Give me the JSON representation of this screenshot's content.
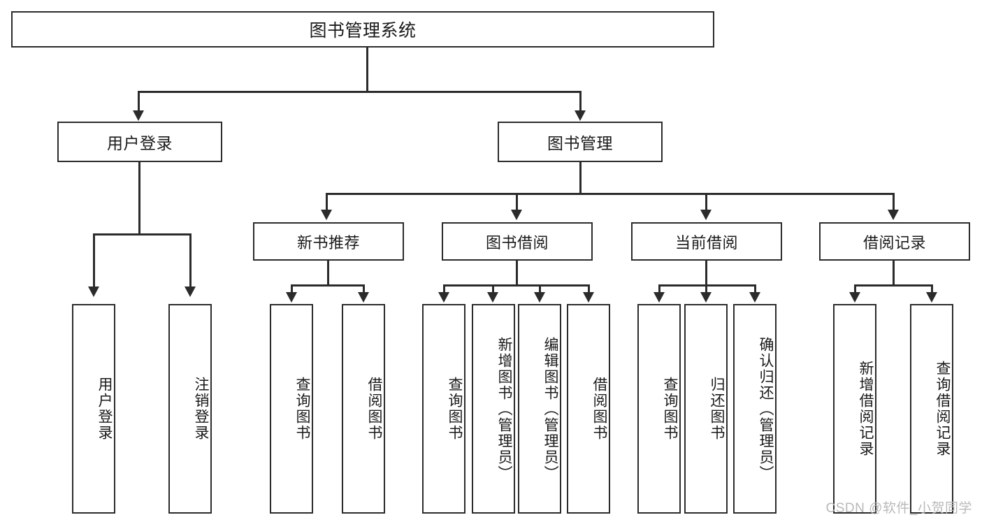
{
  "diagram": {
    "title": "图书管理系统",
    "root": {
      "label": "图书管理系统"
    },
    "level2": [
      {
        "label": "用户登录"
      },
      {
        "label": "图书管理"
      }
    ],
    "level3": [
      {
        "label": "新书推荐"
      },
      {
        "label": "图书借阅"
      },
      {
        "label": "当前借阅"
      },
      {
        "label": "借阅记录"
      }
    ],
    "leaves": {
      "user_login": [
        {
          "label": "用户登录"
        },
        {
          "label": "注销登录"
        }
      ],
      "new_book_recommend": [
        {
          "label": "查询图书"
        },
        {
          "label": "借阅图书"
        }
      ],
      "book_borrow": [
        {
          "label": "查询图书"
        },
        {
          "label": "新增图书（管理员）"
        },
        {
          "label": "编辑图书（管理员）"
        },
        {
          "label": "借阅图书"
        }
      ],
      "current_borrow": [
        {
          "label": "查询图书"
        },
        {
          "label": "归还图书"
        },
        {
          "label": "确认归还（管理员）"
        }
      ],
      "borrow_record": [
        {
          "label": "新增借阅记录"
        },
        {
          "label": "查询借阅记录"
        }
      ]
    },
    "watermark": "CSDN @软件_小贺同学",
    "colors": {
      "stroke": "#2b2b2b",
      "background": "#ffffff",
      "text": "#1a1a1a",
      "watermark": "#b9b9b9"
    }
  }
}
